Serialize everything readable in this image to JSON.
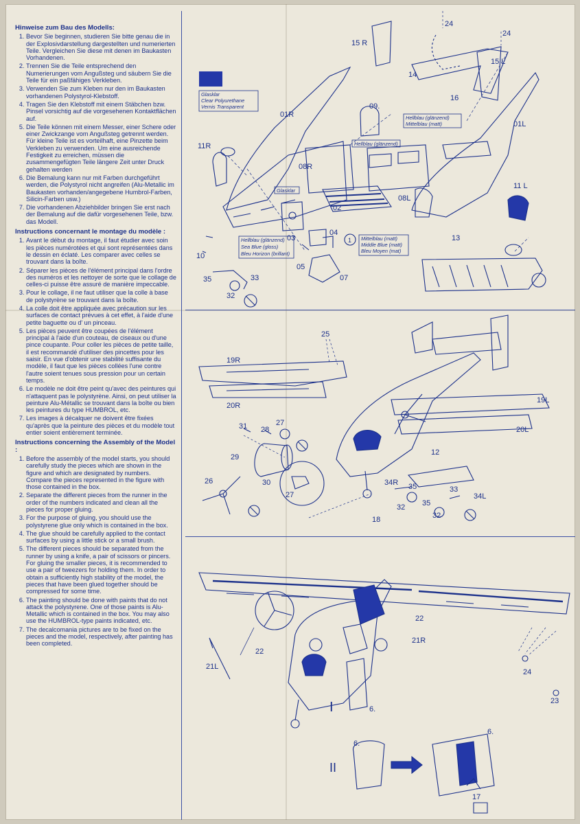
{
  "german": {
    "heading": "Hinweise zum Bau des Modells:",
    "items": [
      "Bevor Sie beginnen, studieren Sie bitte genau die in der Explosivdarstellung dargestellten und numerierten Teile. Vergleichen Sie diese mit denen im Baukasten Vorhandenen.",
      "Trennen Sie die Teile entsprechend den Numerierungen vom Angußsteg und säubern Sie die Teile für ein paßfähiges Verkleben.",
      "Verwenden Sie zum Kleben nur den im Baukasten vorhandenen Polystyrol-Klebstoff.",
      "Tragen Sie den Klebstoff mit einem Stäbchen bzw. Pinsel vorsichtig auf die vorgesehenen Kontaktflächen auf.",
      "Die Teile können mit einem Messer, einer Schere oder einer Zwickzange vom Angußsteg getrennt werden. Für kleine Teile ist es vorteilhaft, eine Pinzette beim Verkleben zu verwenden. Um eine ausreichende Festigkeit zu erreichen, müssen die zusammengefügten Teile längere Zeit unter Druck gehalten werden",
      "Die Bemalung kann nur mit Farben durchgeführt werden, die Polystyrol nicht angreifen (Alu-Metallic im Baukasten vorhanden/angegebene Humbrol-Farben, Silicin-Farben usw.)",
      "Die vorhandenen Abziehbilder bringen Sie erst nach der Bemalung auf die dafür vorgesehenen Teile, bzw. das Modell."
    ]
  },
  "french": {
    "heading": "Instructions concernant le montage du modèle :",
    "items": [
      "Avant le début du montage, il faut étudier avec soin les pièces numérotées et qui sont représentées dans le dessin en éclaté. Les comparer avec celles se trouvant dans la boîte.",
      "Séparer les pièces de l'élément principal dans l'ordre des numéros et les nettoyer de sorte que le collage de celles-ci puisse être assuré de manière impeccable.",
      "Pour le collage, il ne faut utiliser que la colle à base de polystyrène se trouvant dans la boîte.",
      "La colle doit être appliquée avec précaution sur les surfaces de contact prévues à cet effet, à l'aide d'une petite baguette ou d' un pinceau.",
      "Les pièces peuvent être coupées de l'élément principal à l'aide d'un couteau, de ciseaux ou d'une pince coupante. Pour coller les pièces de petite taille, il est recommandé d'utiliser des pincettes pour les saisir. En vue d'obtenir une stabilité suffisante du modèle, il faut que les pièces collées l'une contre l'autre soient tenues sous pression pour un certain temps.",
      "Le modèle ne doit être peint qu'avec des peintures qui n'attaquent pas le polystyrène. Ainsi, on peut utiliser la peinture Alu-Métallic se trouvant dans la boîte ou bien les peintures du type HUMBROL, etc.",
      "Les images à décalquer ne doivent être fixées qu'après que la peinture des pièces et du modèle tout entier soient entièrement terminée."
    ]
  },
  "english": {
    "heading": "Instructions concerning the Assembly of the Model :",
    "items": [
      "Before the assembly of the model starts, you should carefully study the pieces which are shown in the figure and which are designated by numbers. Compare the pieces represented in the figure with those contained in the box.",
      "Separate the different pieces from the runner in the order of the numbers indicated and clean all the pieces for proper gluing.",
      "For the purpose of gluing, you should use the polystyrene glue only which is contained in the box.",
      "The glue should be carefully applied to the contact surfaces by using a little stick or a small brush.",
      "The different pieces should be separated from the runner by using a knife, a pair of scissors or pincers. For gluing the smaller pieces, it is recommended to use a pair of tweezers for holding them. In order to obtain a sufficiently high stability of the model, the pieces that have been glued together should be compressed for some time.",
      "The painting should be done with paints that do not attack the polystyrene. One of those paints is Alu-Metallic which is contained in the box. You may also use the HUMBROL-type paints indicated, etc.",
      "The decalcomania pictures are to be fixed on the pieces and the model, respectively, after painting has been completed."
    ]
  },
  "panel1": {
    "legend_glass": [
      "Glasklar",
      "Clear Polyurethane",
      "Vernis Transparent"
    ],
    "legend_light_blue_gloss": "Hellblau (glänzend)",
    "legend_medium_blue_matt": "Mittelblau (matt)",
    "legend_cabin": "Hellblau (glänzend)",
    "legend_glasklar_small": "Glasklar",
    "legend_blue_set": [
      "Hellblau (glänzend)",
      "Sea Blue (gloss)",
      "Bleu Horizon (brillant)"
    ],
    "legend_mid_set": [
      "Mittelblau (matt)",
      "Middle Blue (matt)",
      "Bleu Moyen (mat)"
    ],
    "step_circle": "1",
    "parts": [
      "15 R",
      "24",
      "24",
      "15 L",
      "14",
      "16",
      "09.",
      "01R",
      "01L",
      "11R",
      "08R",
      "08L",
      "11 L",
      "02",
      "03",
      "04",
      "05",
      "07",
      "10",
      "13",
      "35",
      "33",
      "32"
    ]
  },
  "panel2": {
    "parts": [
      "25",
      "19R",
      "20R",
      "31",
      "28",
      "27",
      "29",
      "30",
      "26",
      "27",
      "19L",
      "20L",
      "12",
      "34R",
      "35",
      "32",
      "35",
      "33",
      "34L",
      "32",
      "18"
    ]
  },
  "panel3": {
    "parts": [
      "22",
      "22",
      "21L",
      "21R",
      "24",
      "23",
      "6.",
      "6.",
      "6.",
      "17"
    ],
    "step_I": "I",
    "step_II": "II"
  },
  "colors": {
    "ink": "#1a2f8a",
    "paper": "#ece8dc",
    "swatch": "#2438a8"
  }
}
